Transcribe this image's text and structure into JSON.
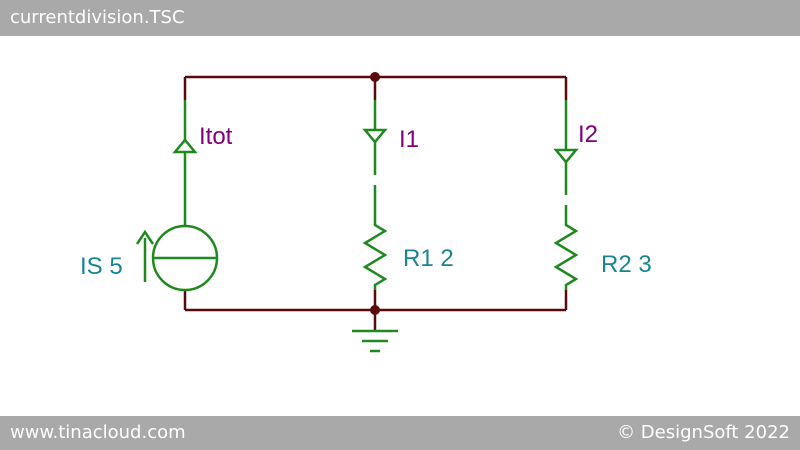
{
  "window": {
    "title": "currentdivision.TSC"
  },
  "footer": {
    "left": "www.tinacloud.com",
    "right": "© DesignSoft 2022"
  },
  "circuit": {
    "source": {
      "label": "IS 5"
    },
    "resistors": [
      {
        "label": "R1 2"
      },
      {
        "label": "R2 3"
      }
    ],
    "ammeters": [
      {
        "label": "Itot"
      },
      {
        "label": "I1"
      },
      {
        "label": "I2"
      }
    ]
  },
  "colors": {
    "wire": "#5a0a0a",
    "component": "#1e8a1e",
    "label": "#1a8590",
    "current_label": "#800080",
    "bar": "#a9a9a9"
  }
}
